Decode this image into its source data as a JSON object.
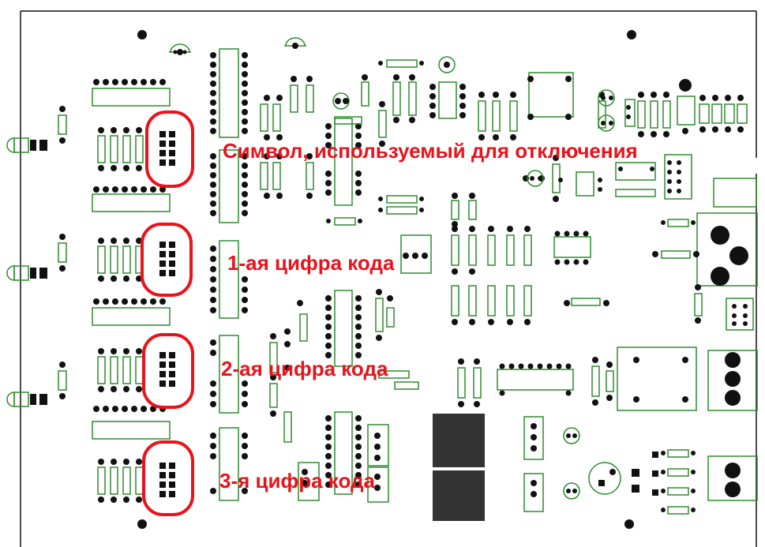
{
  "colors": {
    "accent": "#e8131b",
    "outline": "#2e8b2e",
    "pad": "#1a1a1a",
    "background": "#ffffff",
    "block": "#333333"
  },
  "annotations": {
    "disable_symbol": "Символ, используемый для отключения",
    "digit1": "1-ая цифра кода",
    "digit2": "2-ая цифра кода",
    "digit3": "3-я цифра кода"
  }
}
